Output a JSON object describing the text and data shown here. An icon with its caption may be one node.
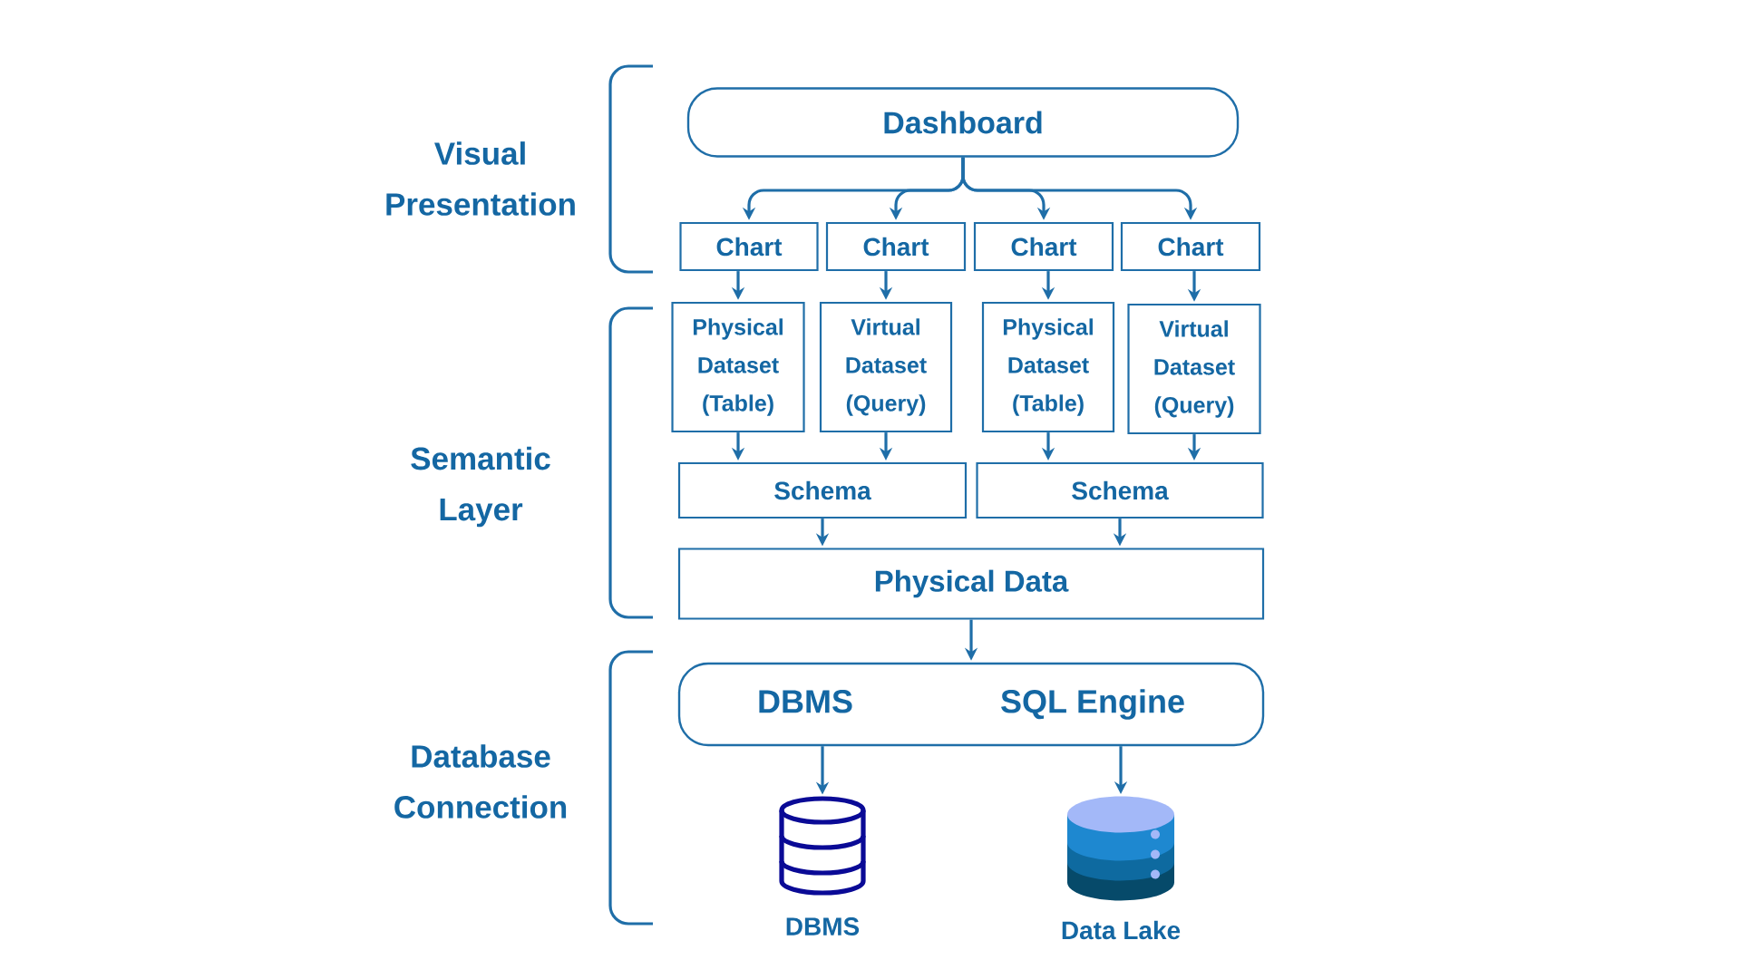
{
  "diagram": {
    "nodes": [
      {
        "text": [
          "Dashboard"
        ]
      },
      {
        "text": [
          "Chart"
        ]
      },
      {
        "text": [
          "Chart"
        ]
      },
      {
        "text": [
          "Chart"
        ]
      },
      {
        "text": [
          "Chart"
        ]
      },
      {
        "text": [
          "Physical Dataset (Table)"
        ]
      },
      {
        "text": [
          "Virtual Dataset (Query)"
        ]
      },
      {
        "text": [
          "Physical Dataset (Table)"
        ]
      },
      {
        "text": [
          "Virtual Dataset (Query)"
        ]
      },
      {
        "text": [
          "Schema"
        ]
      },
      {
        "text": [
          "Schema"
        ]
      },
      {
        "text": [
          "Physical Data"
        ]
      },
      {
        "text": [
          "DBMS",
          "SQL Engine"
        ]
      },
      {
        "text": [],
        "shape": "cylinder",
        "beside": [
          "DBMS"
        ]
      },
      {
        "text": [],
        "shape": "cylinder",
        "beside": [
          "Data Lake"
        ]
      }
    ],
    "edges": [
      {
        "from": 0,
        "to": 1,
        "arrow": "to"
      },
      {
        "from": 0,
        "to": 2,
        "arrow": "to"
      },
      {
        "from": 0,
        "to": 3,
        "arrow": "to"
      },
      {
        "from": 0,
        "to": 4,
        "arrow": "to"
      },
      {
        "from": 1,
        "to": 5,
        "arrow": "to"
      },
      {
        "from": 2,
        "to": 6,
        "arrow": "to"
      },
      {
        "from": 3,
        "to": 7,
        "arrow": "to"
      },
      {
        "from": 4,
        "to": 8,
        "arrow": "to"
      },
      {
        "from": 5,
        "to": 9,
        "arrow": "to"
      },
      {
        "from": 6,
        "to": 9,
        "arrow": "to"
      },
      {
        "from": 7,
        "to": 10,
        "arrow": "to"
      },
      {
        "from": 8,
        "to": 10,
        "arrow": "to"
      },
      {
        "from": 9,
        "to": 11,
        "arrow": "to"
      },
      {
        "from": 10,
        "to": 11,
        "arrow": "to"
      },
      {
        "from": 11,
        "to": 12,
        "arrow": "to"
      },
      {
        "from": 12,
        "to": 13,
        "arrow": "to"
      },
      {
        "from": 12,
        "to": 14,
        "arrow": "to"
      }
    ],
    "labels": [
      "Visual Presentation",
      "Semantic Layer",
      "Database Connection"
    ]
  }
}
